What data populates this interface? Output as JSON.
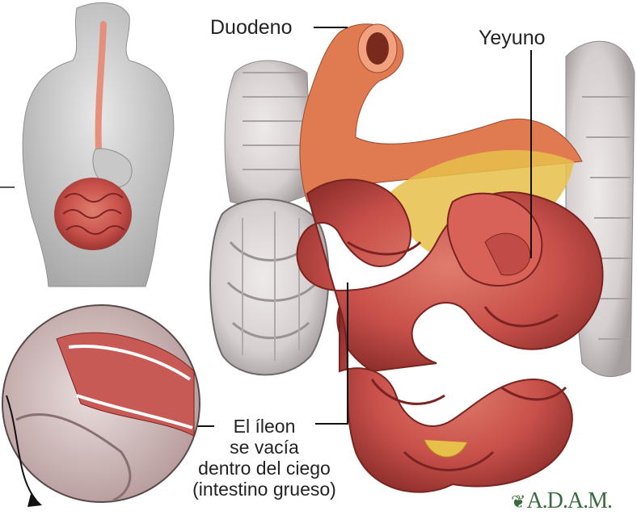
{
  "labels": {
    "duodeno": "Duodeno",
    "yeyuno": "Yeyuno",
    "ileon_lines": [
      "El íleon",
      "se vacía",
      "dentro del ciego",
      "(intestino grueso)"
    ]
  },
  "logo": {
    "text": "A.D.A.M.",
    "leaf_icon": "leaf-icon",
    "color": "#3a6b3e"
  },
  "colors": {
    "intestine": "#c8504a",
    "colon": "#d8d2d2",
    "body": "#bdbdbd",
    "fat": "#e6c04a"
  }
}
